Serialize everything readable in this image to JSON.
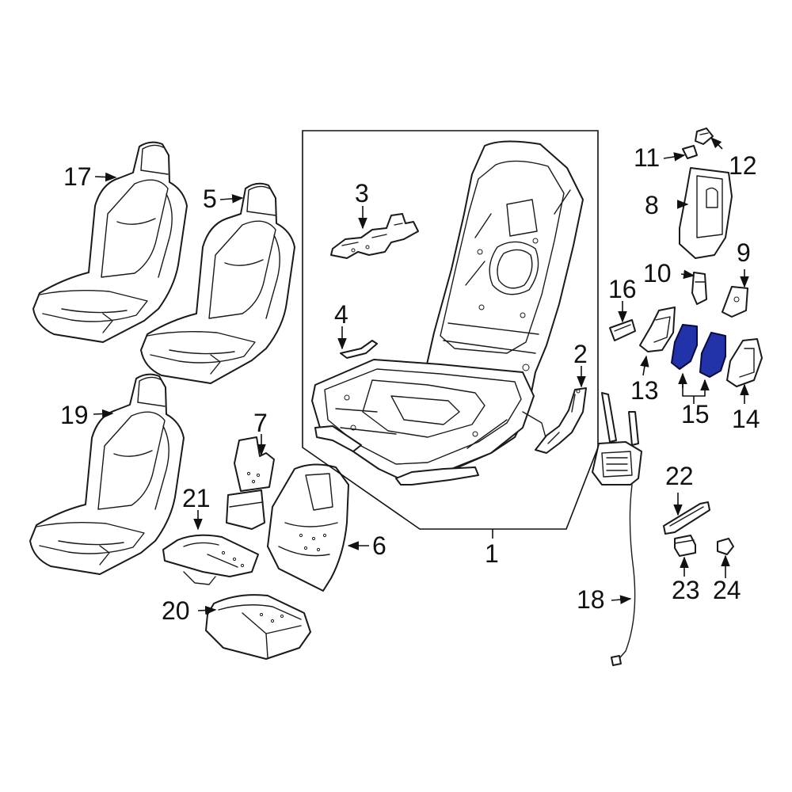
{
  "diagram": {
    "callouts": {
      "c1": "1",
      "c2": "2",
      "c3": "3",
      "c4": "4",
      "c5": "5",
      "c6": "6",
      "c7": "7",
      "c8": "8",
      "c9": "9",
      "c10": "10",
      "c11": "11",
      "c12": "12",
      "c13": "13",
      "c14": "14",
      "c15": "15",
      "c16": "16",
      "c17": "17",
      "c18": "18",
      "c19": "19",
      "c20": "20",
      "c21": "21",
      "c22": "22",
      "c23": "23",
      "c24": "24"
    },
    "colors": {
      "highlight": "#2233aa",
      "line": "#1a1a1a",
      "background": "#ffffff"
    }
  }
}
